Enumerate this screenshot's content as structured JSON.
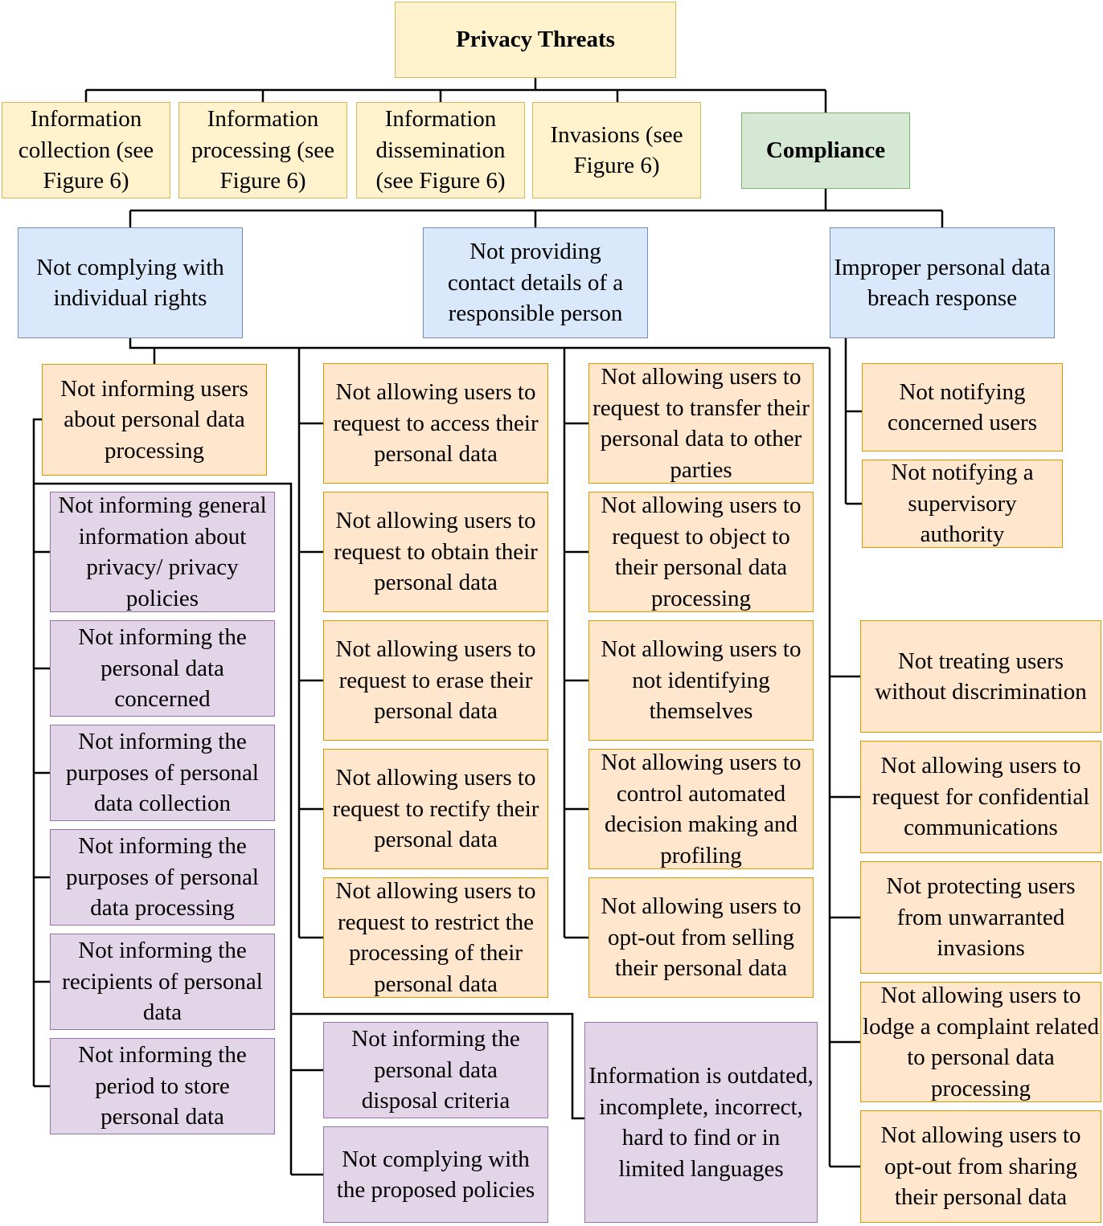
{
  "root": {
    "label": "Privacy Threats"
  },
  "categories": {
    "collection": "Information collection (see Figure 6)",
    "processing": "Information processing (see Figure 6)",
    "dissemination": "Information dissemination (see Figure 6)",
    "invasions": "Invasions (see Figure 6)",
    "compliance": "Compliance"
  },
  "compliance_children": {
    "individual_rights": "Not complying with individual rights",
    "contact_details": "Not providing contact details of a responsible person",
    "breach_response": "Improper personal data breach response"
  },
  "informing": {
    "parent": "Not informing users about personal data processing",
    "items": [
      "Not informing general information about privacy/ privacy policies",
      "Not informing the personal data concerned",
      "Not informing the purposes of personal data collection",
      "Not informing the purposes of personal data processing",
      "Not informing the recipients of personal data",
      "Not informing the period to store personal data",
      "Not informing the personal data disposal criteria",
      "Not complying with the proposed policies",
      "Information is outdated, incomplete, incorrect, hard to find or in limited languages"
    ]
  },
  "rights_col1": [
    "Not allowing users to request to access their personal data",
    "Not allowing users to request to obtain their personal data",
    "Not allowing users to request to erase their personal data",
    "Not allowing users to request to rectify their personal data",
    "Not allowing users to request to restrict the processing of their personal data"
  ],
  "rights_col2": [
    "Not allowing users to request to transfer their personal data to other parties",
    "Not allowing users to request to object to their personal data processing",
    "Not allowing users to not identifying themselves",
    "Not allowing users to control automated decision making and profiling",
    "Not allowing users to opt-out from selling their personal data"
  ],
  "rights_col3": [
    "Not treating users without discrimination",
    "Not allowing users to request for confidential communications",
    "Not protecting users from unwarranted invasions",
    "Not allowing users to lodge a complaint related to personal data processing",
    "Not allowing users to opt-out from sharing their personal data"
  ],
  "breach_items": [
    "Not notifying concerned users",
    "Not notifying a supervisory authority"
  ]
}
